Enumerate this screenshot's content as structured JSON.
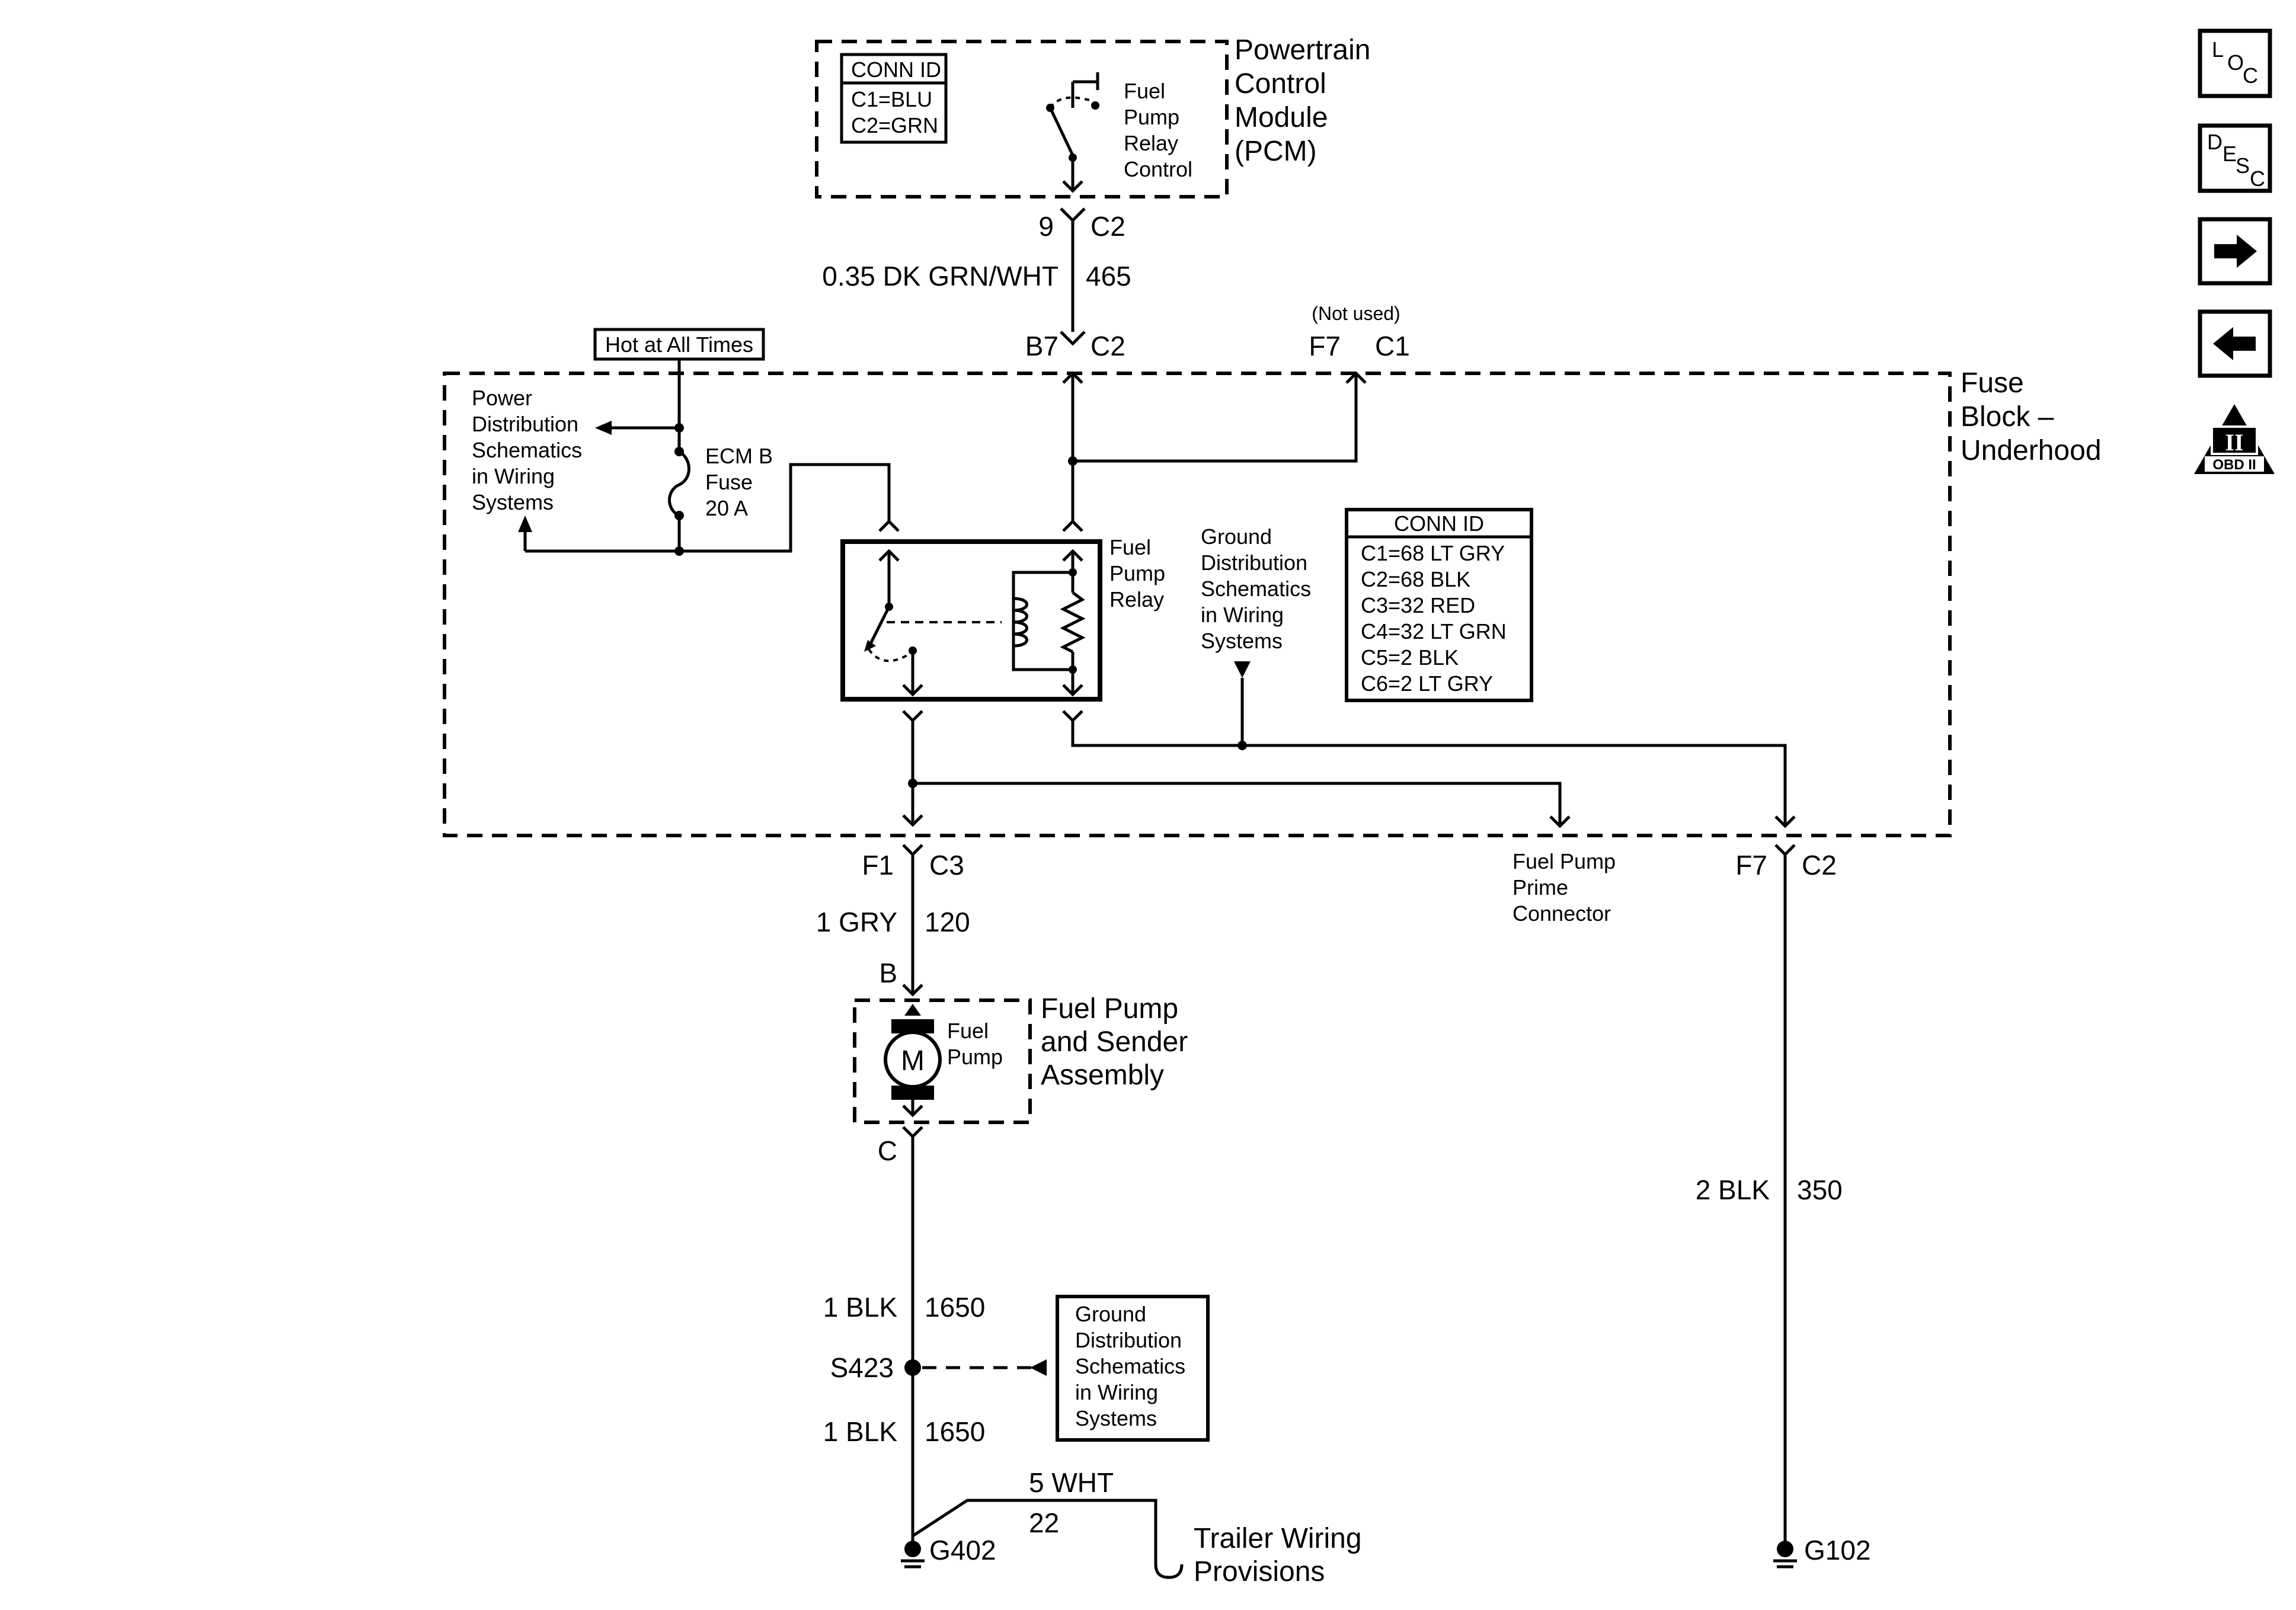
{
  "pcm": {
    "title_lines": [
      "Powertrain",
      "Control",
      "Module",
      "(PCM)"
    ],
    "conn_id_header": "CONN ID",
    "conn_id_items": [
      "C1=BLU",
      "C2=GRN"
    ],
    "relay_control_lines": [
      "Fuel",
      "Pump",
      "Relay",
      "Control"
    ]
  },
  "wire_465": {
    "pin": "9",
    "conn": "C2",
    "gauge_color": "0.35 DK GRN/WHT",
    "circuit": "465"
  },
  "fuse_block_pins": {
    "b7": "B7",
    "b7_conn": "C2",
    "not_used": "(Not used)",
    "f7_top": "F7",
    "f7_top_conn": "C1"
  },
  "hot_at_all_times": "Hot at All Times",
  "power_distribution_lines": [
    "Power",
    "Distribution",
    "Schematics",
    "in Wiring",
    "Systems"
  ],
  "fuse_lines": [
    "ECM B",
    "Fuse",
    "20 A"
  ],
  "relay_lines": [
    "Fuel",
    "Pump",
    "Relay"
  ],
  "ground_dist_top_lines": [
    "Ground",
    "Distribution",
    "Schematics",
    "in Wiring",
    "Systems"
  ],
  "fuse_block_conn_id": {
    "header": "CONN ID",
    "items": [
      "C1=68 LT GRY",
      "C2=68 BLK",
      "C3=32 RED",
      "C4=32 LT GRN",
      "C5=2 BLK",
      "C6=2 LT GRY"
    ]
  },
  "fuse_block_title_lines": [
    "Fuse",
    "Block –",
    "Underhood"
  ],
  "f1_pin": {
    "pin": "F1",
    "conn": "C3"
  },
  "prime_connector_lines": [
    "Fuel Pump",
    "Prime",
    "Connector"
  ],
  "f7_bottom": {
    "pin": "F7",
    "conn": "C2"
  },
  "wire_120": {
    "gauge_color": "1 GRY",
    "circuit": "120"
  },
  "pump_pin_b": "B",
  "pump_pin_c": "C",
  "motor_symbol": "M",
  "pump_lines": [
    "Fuel",
    "Pump"
  ],
  "pump_assembly_lines": [
    "Fuel Pump",
    "and Sender",
    "Assembly"
  ],
  "wire_350": {
    "gauge_color": "2 BLK",
    "circuit": "350"
  },
  "wire_1650_upper": {
    "gauge_color": "1 BLK",
    "circuit": "1650"
  },
  "splice": "S423",
  "wire_1650_lower": {
    "gauge_color": "1 BLK",
    "circuit": "1650"
  },
  "ground_dist_bottom_lines": [
    "Ground",
    "Distribution",
    "Schematics",
    "in Wiring",
    "Systems"
  ],
  "wire_22": {
    "gauge_color": "5 WHT",
    "circuit": "22"
  },
  "trailer_lines": [
    "Trailer Wiring",
    "Provisions"
  ],
  "ground_g402": "G402",
  "ground_g102": "G102",
  "nav": {
    "loc": [
      "L",
      "O",
      "C"
    ],
    "desc": [
      "D",
      "E",
      "S",
      "C"
    ],
    "forward_icon": "arrow-right-icon",
    "back_icon": "arrow-left-icon",
    "obd_roman": "II",
    "obd_label": "OBD II"
  }
}
